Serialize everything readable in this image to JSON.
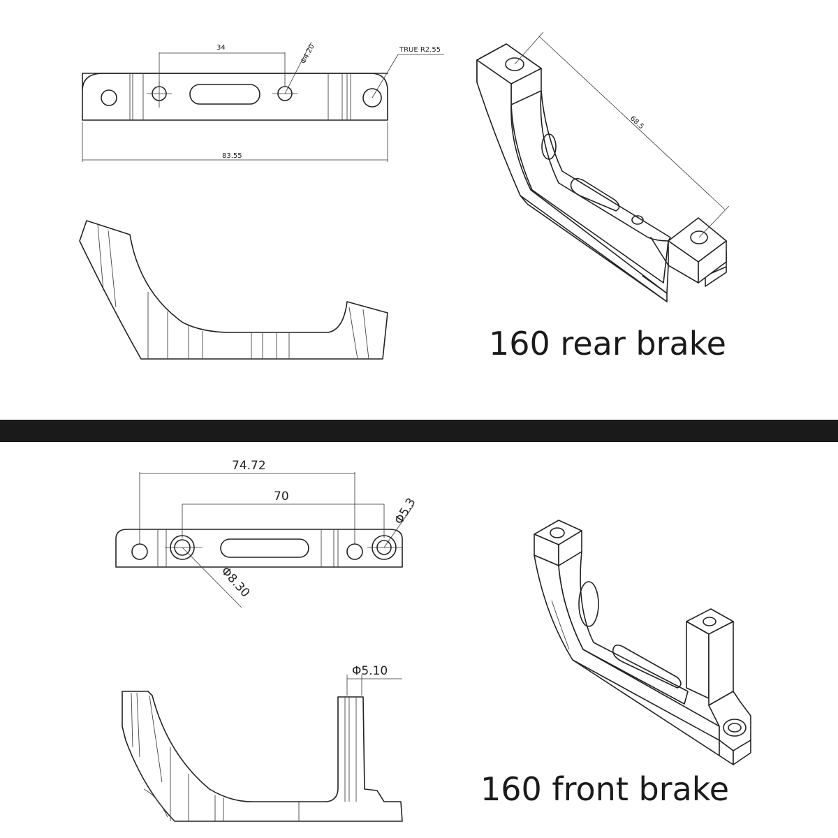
{
  "rear": {
    "caption": "160 rear brake",
    "dim_spacing": "34",
    "dim_hole": "Φ4.20",
    "dim_radius": "TRUE R2.55",
    "dim_length": "83.55",
    "dim_diagonal": "68.5"
  },
  "front": {
    "caption": "160 front brake",
    "dim_outer": "74.72",
    "dim_inner": "70",
    "dim_hole_small": "Φ5.3",
    "dim_hole_large": "Φ8.30",
    "dim_post": "Φ5.10"
  },
  "colors": {
    "line": "#222222",
    "divider": "#1a1a1a",
    "background": "#ffffff"
  }
}
